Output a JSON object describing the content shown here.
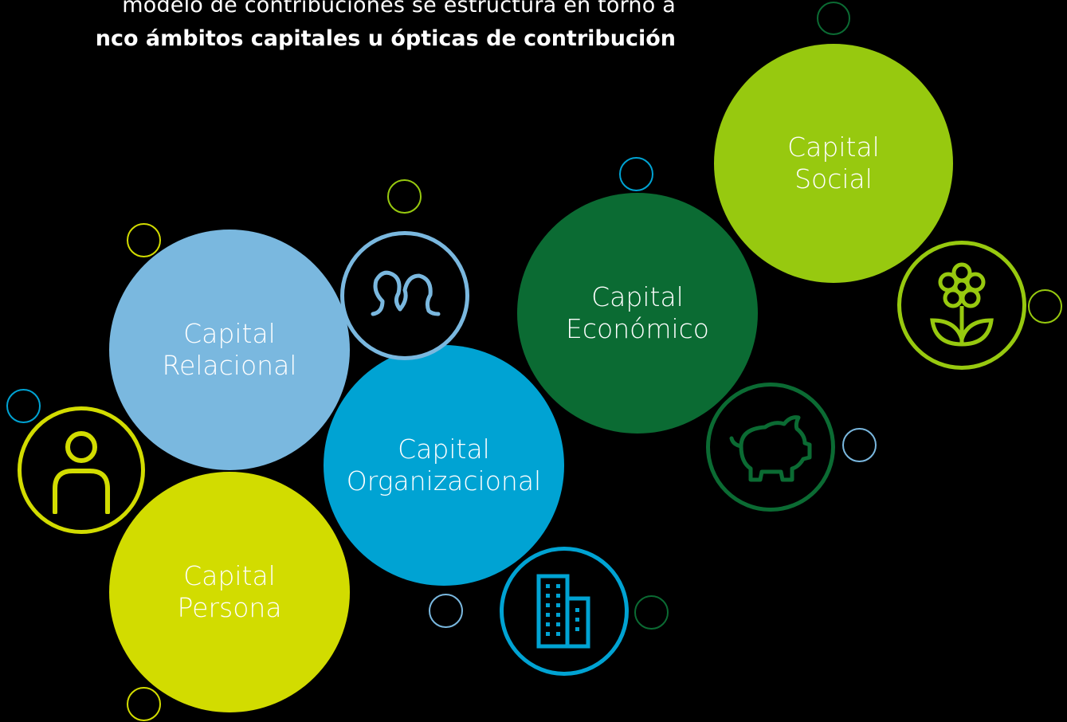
{
  "heading": {
    "line1": "modelo de contribuciones se estructura en torno a",
    "line2": "nco ámbitos capitales u ópticas de contribución"
  },
  "capitals": [
    {
      "line1": "Capital",
      "line2": "Relacional"
    },
    {
      "line1": "Capital",
      "line2": "Persona"
    },
    {
      "line1": "Capital",
      "line2": "Organizacional"
    },
    {
      "line1": "Capital",
      "line2": "Económico"
    },
    {
      "line1": "Capital",
      "line2": "Social"
    }
  ],
  "colors": {
    "background": "#000000",
    "relacional": "#7ab8df",
    "persona": "#d2dc00",
    "organizacional": "#00a3d3",
    "economico": "#0b6b33",
    "social": "#97c90f",
    "text": "#ffffff"
  },
  "icons": [
    "people-icon",
    "person-icon",
    "building-icon",
    "piggy-bank-icon",
    "flower-icon"
  ]
}
